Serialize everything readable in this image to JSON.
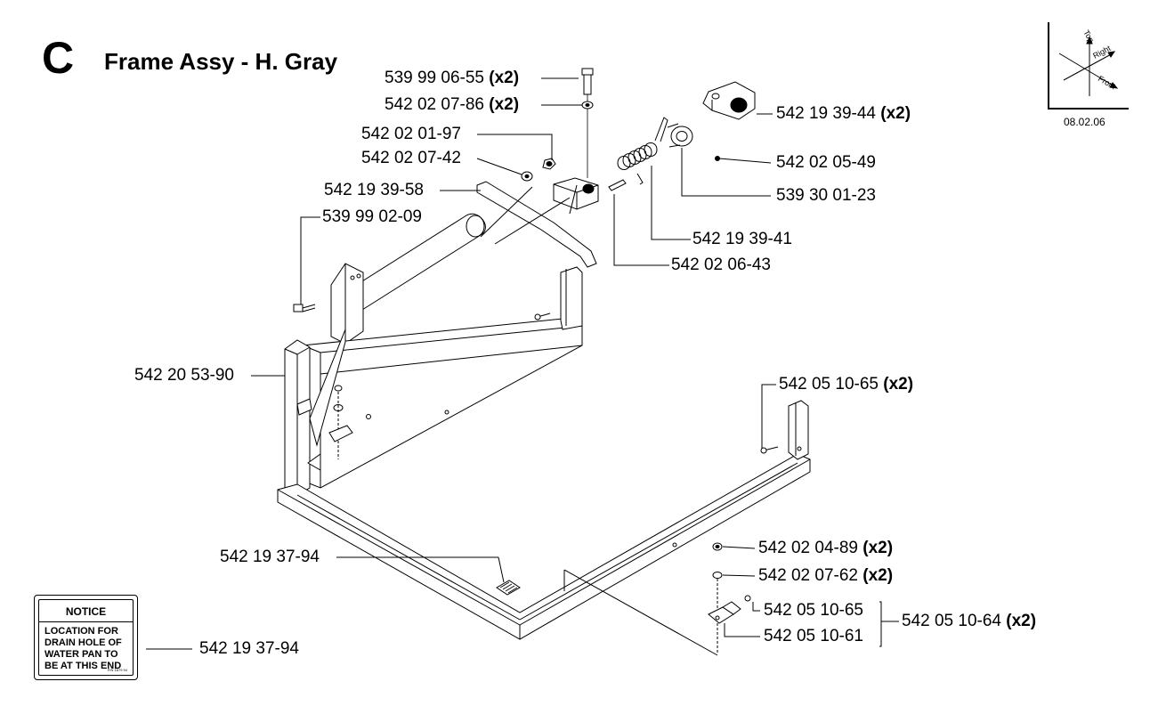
{
  "header": {
    "section_letter": "C",
    "title": "Frame Assy - H. Gray"
  },
  "orientation": {
    "top": "Top",
    "right": "Right",
    "front": "Front",
    "date": "08.02.06"
  },
  "notice": {
    "heading": "NOTICE",
    "lines": [
      "LOCATION FOR",
      "DRAIN HOLE OF",
      "WATER PAN TO",
      "BE AT THIS END"
    ],
    "code": "P/N 1879 94"
  },
  "callouts": [
    {
      "part": "539 99 06-55",
      "qty": "(x2)"
    },
    {
      "part": "542 02 07-86",
      "qty": "(x2)"
    },
    {
      "part": "542 02 01-97",
      "qty": ""
    },
    {
      "part": "542 02 07-42",
      "qty": ""
    },
    {
      "part": "542 19 39-58",
      "qty": ""
    },
    {
      "part": "539 99 02-09",
      "qty": ""
    },
    {
      "part": "542 19 39-44",
      "qty": "(x2)"
    },
    {
      "part": "542 02 05-49",
      "qty": ""
    },
    {
      "part": "539 30 01-23",
      "qty": ""
    },
    {
      "part": "542 19 39-41",
      "qty": ""
    },
    {
      "part": "542 02 06-43",
      "qty": ""
    },
    {
      "part": "542 20 53-90",
      "qty": ""
    },
    {
      "part": "542 05 10-65",
      "qty": "(x2)"
    },
    {
      "part": "542 02 04-89",
      "qty": "(x2)"
    },
    {
      "part": "542 02 07-62",
      "qty": "(x2)"
    },
    {
      "part": "542 05 10-65",
      "qty": ""
    },
    {
      "part": "542 05 10-61",
      "qty": ""
    },
    {
      "part": "542 05 10-64",
      "qty": "(x2)"
    },
    {
      "part": "542 19 37-94",
      "qty": ""
    },
    {
      "part": "542 19 37-94",
      "qty": ""
    }
  ]
}
